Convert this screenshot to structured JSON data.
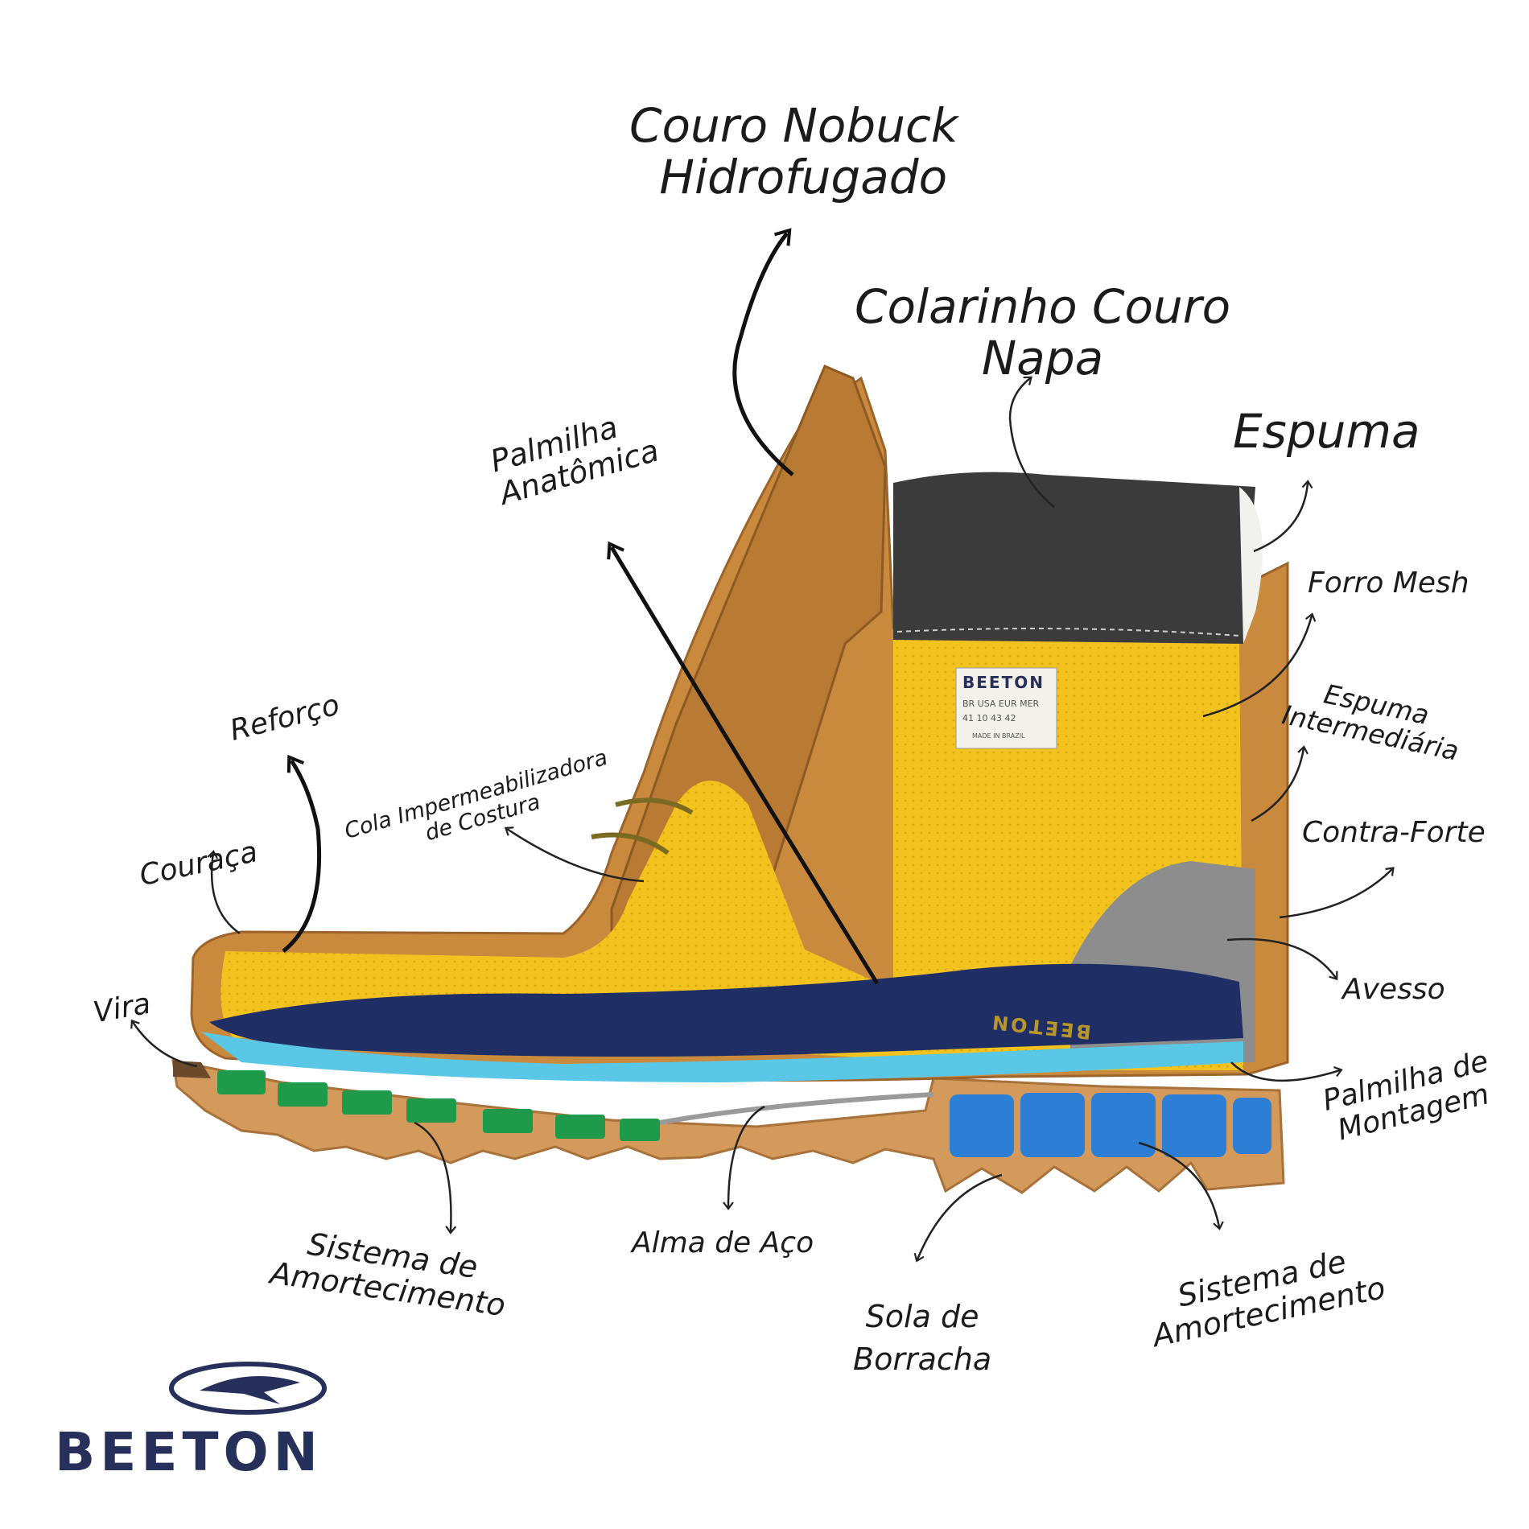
{
  "labels": {
    "couro_nobuck": [
      "Couro Nobuck",
      "Hidrofugado"
    ],
    "colarinho": [
      "Colarinho Couro",
      "Napa"
    ],
    "espuma": [
      "Espuma"
    ],
    "palmilha_anatomica": [
      "Palmilha",
      "Anatômica"
    ],
    "forro_mesh": [
      "Forro Mesh"
    ],
    "espuma_intermediaria": [
      "Espuma",
      "Intermediária"
    ],
    "contra_forte": [
      "Contra-Forte"
    ],
    "avesso": [
      "Avesso"
    ],
    "palmilha_montagem": [
      "Palmilha de",
      "Montagem"
    ],
    "reforco": [
      "Reforço"
    ],
    "cola": [
      "Cola Impermeabilizadora",
      "de Costura"
    ],
    "couraca": [
      "Couraça"
    ],
    "vira": [
      "Vira"
    ],
    "sistema_amort_left": [
      "Sistema de",
      "Amortecimento"
    ],
    "alma_aco": [
      "Alma de Aço"
    ],
    "sola_borracha": [
      "Sola de",
      "Borracha"
    ],
    "sistema_amort_right": [
      "Sistema de",
      "Amortecimento"
    ]
  },
  "boot_tag": {
    "brand": "BEETON",
    "headers": "BR USA EUR MER",
    "sizes": "41 10 43 42",
    "origin": "MADE IN BRAZIL"
  },
  "insole_print": "BEETON",
  "logo": {
    "word": "BEETON"
  },
  "colors": {
    "leather": "#c98a3e",
    "lining_yellow": "#f2c21f",
    "collar": "#3b3b3b",
    "insole": "#1f2f66",
    "foam_blue": "#5bc7e6",
    "sole": "#d39a5c",
    "cushion_green": "#1f9a4a",
    "cushion_blue": "#2d7fd6",
    "counter_grey": "#8d8d8d",
    "logo_navy": "#27305a"
  }
}
